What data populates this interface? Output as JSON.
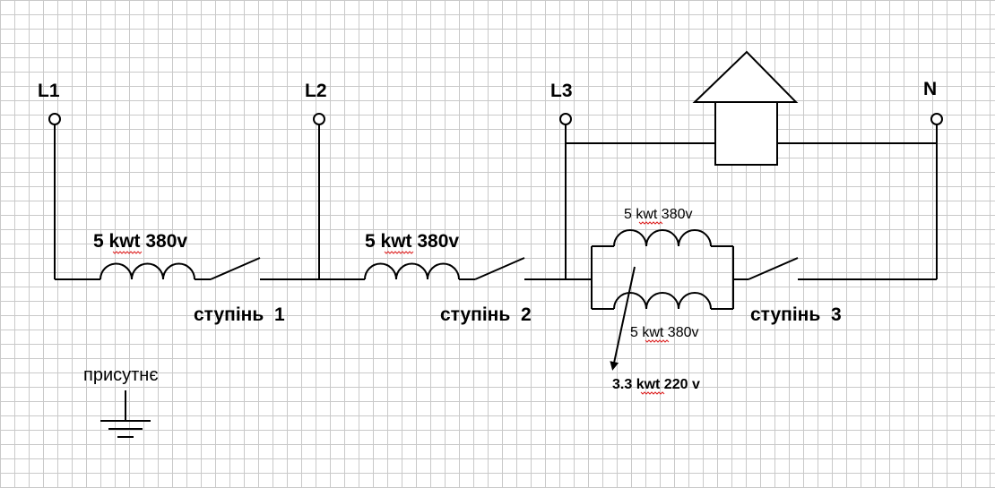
{
  "terminals": {
    "l1": "L1",
    "l2": "L2",
    "l3": "L3",
    "n": "N"
  },
  "coils": {
    "coil1": "5 kwt 380v",
    "coil2": "5 kwt 380v",
    "coil3_top": "5 kwt 380v",
    "coil3_bottom": "5 kwt 380v"
  },
  "stages": {
    "stage1": "ступінь  1",
    "stage2": "ступінь  2",
    "stage3": "ступінь  3"
  },
  "ground_label": "присутнє",
  "arrow_label": "3.3 kwt 220 v"
}
